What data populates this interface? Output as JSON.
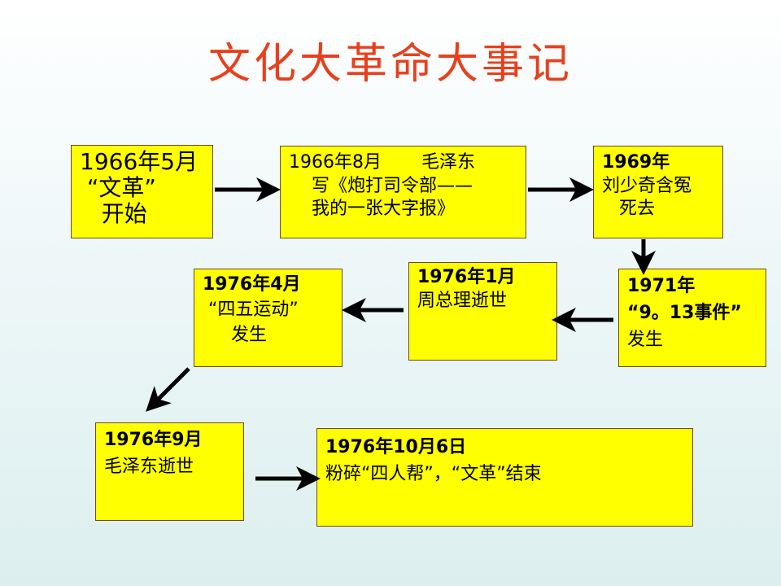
{
  "title": "文化大革命大事记",
  "events": [
    {
      "lines": [
        "1966年5月",
        " “文革”",
        "   开始"
      ]
    },
    {
      "lines": [
        "1966年8月       毛泽东",
        "    写《炮打司令部——",
        "    我的一张大字报》"
      ]
    },
    {
      "lines": [
        "1969年",
        "刘少奇含冤",
        "   死去"
      ]
    },
    {
      "lines": [
        "1971年",
        "“9。13事件”",
        "发生"
      ]
    },
    {
      "lines": [
        "1976年1月",
        "周总理逝世"
      ]
    },
    {
      "lines": [
        "1976年4月",
        " “四五运动”",
        "     发生"
      ]
    },
    {
      "lines": [
        "1976年9月",
        "毛泽东逝世"
      ]
    },
    {
      "lines": [
        "1976年10月6日",
        "粉碎“四人帮”，“文革”结束"
      ]
    }
  ]
}
